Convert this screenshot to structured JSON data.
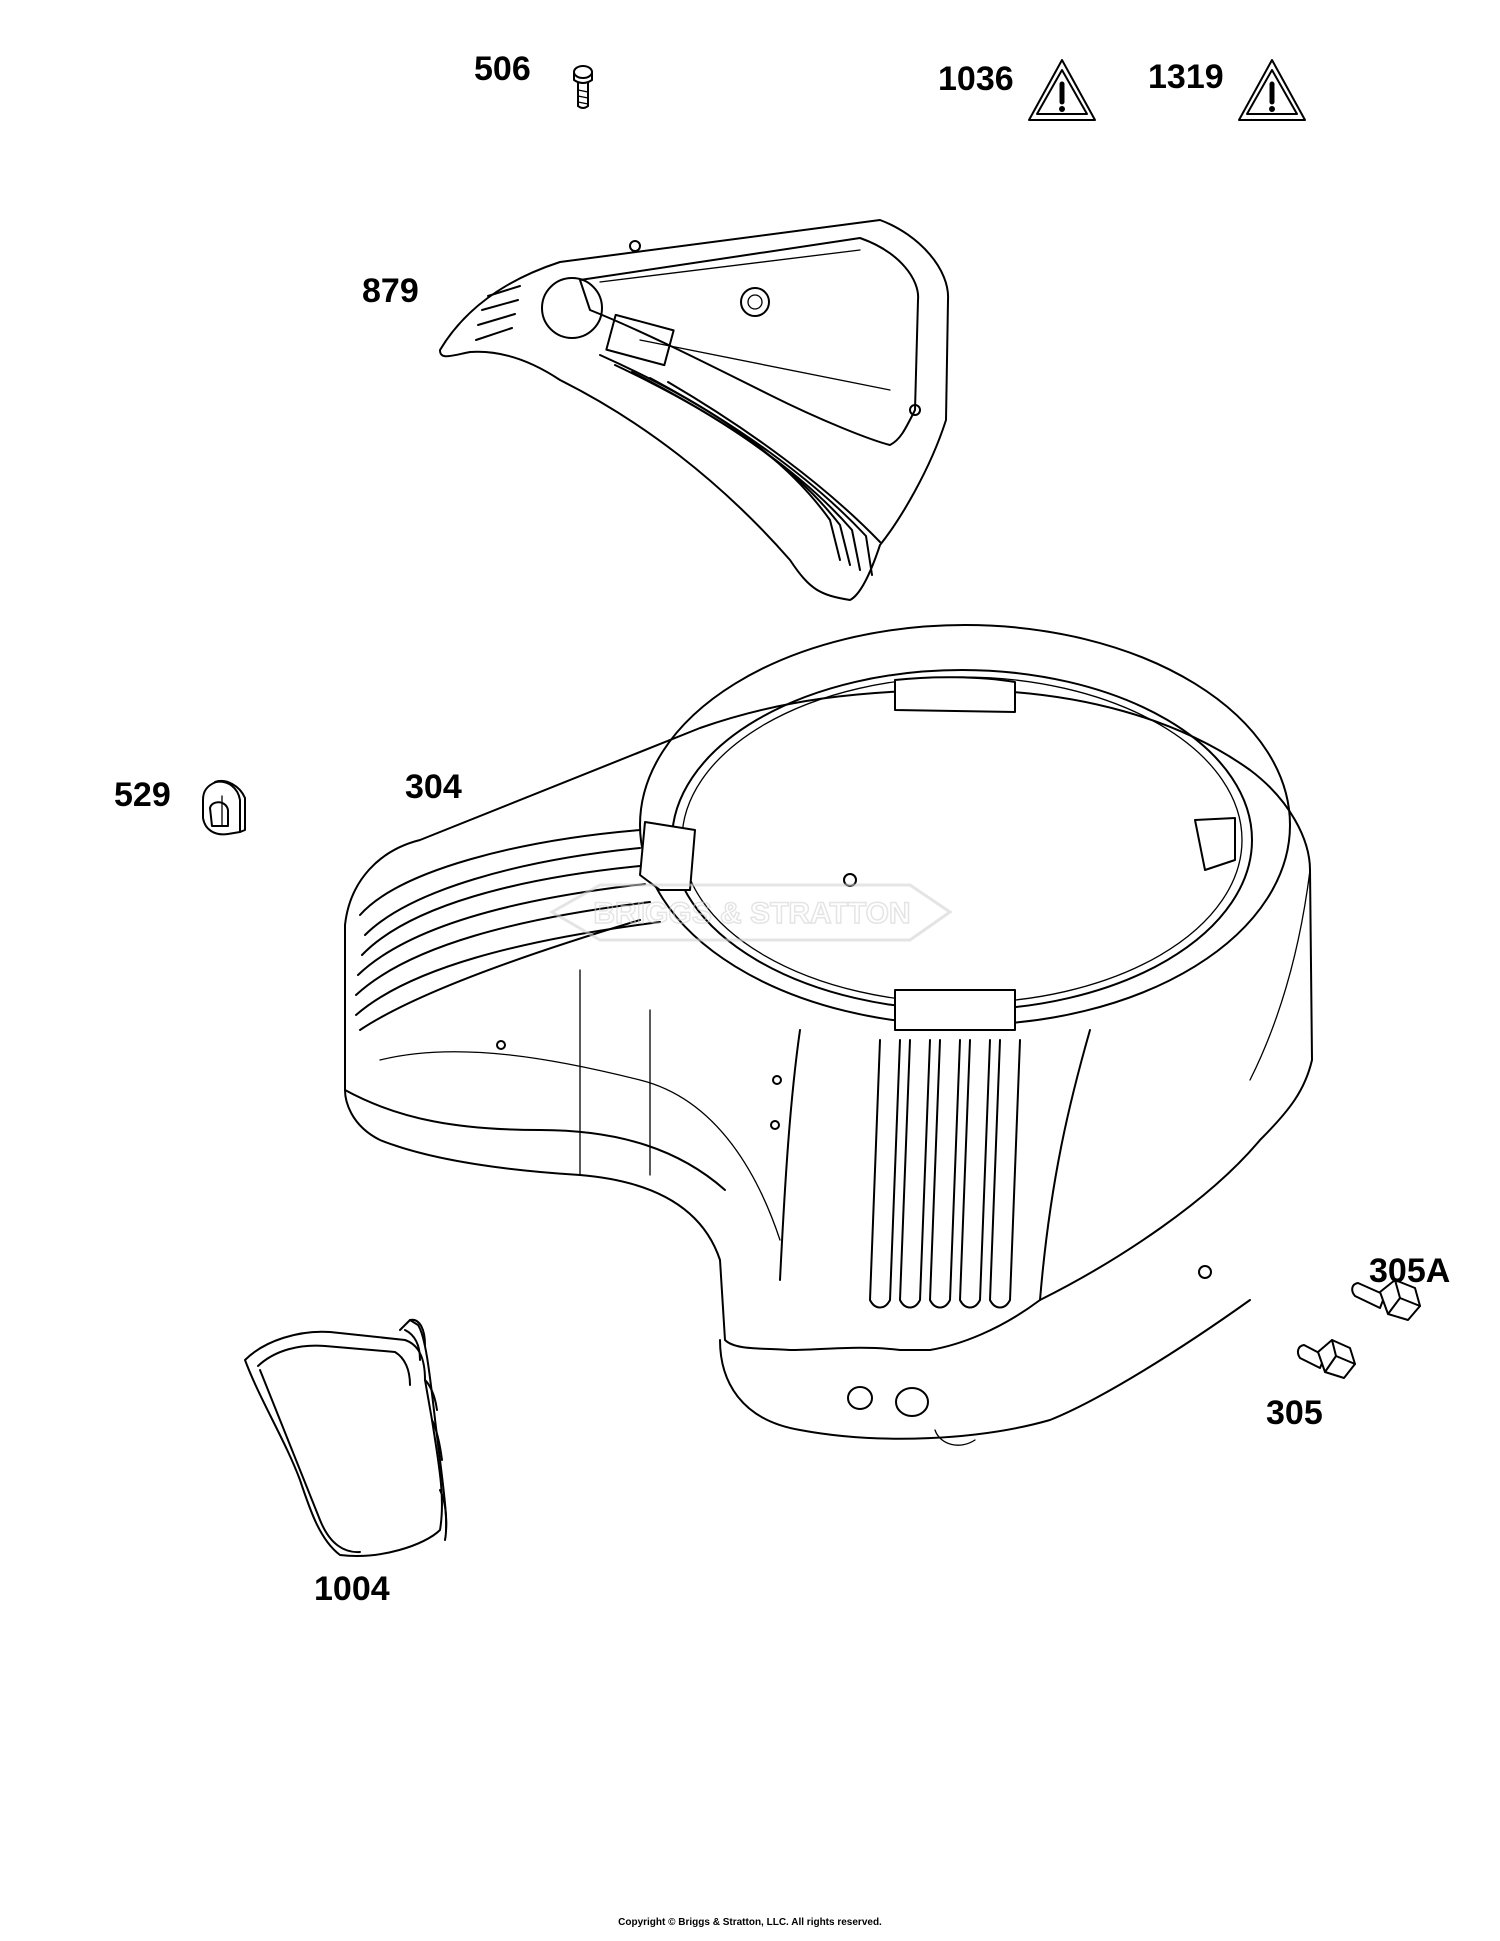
{
  "labels": {
    "l506": "506",
    "l1036": "1036",
    "l1319": "1319",
    "l879": "879",
    "l529": "529",
    "l304": "304",
    "l305A": "305A",
    "l305": "305",
    "l1004": "1004"
  },
  "watermark": "BRIGGS & STRATTON",
  "copyright": "Copyright © Briggs & Stratton, LLC. All rights reserved.",
  "colors": {
    "line": "#000000",
    "background": "#ffffff",
    "watermark": "#e6e6e6"
  }
}
